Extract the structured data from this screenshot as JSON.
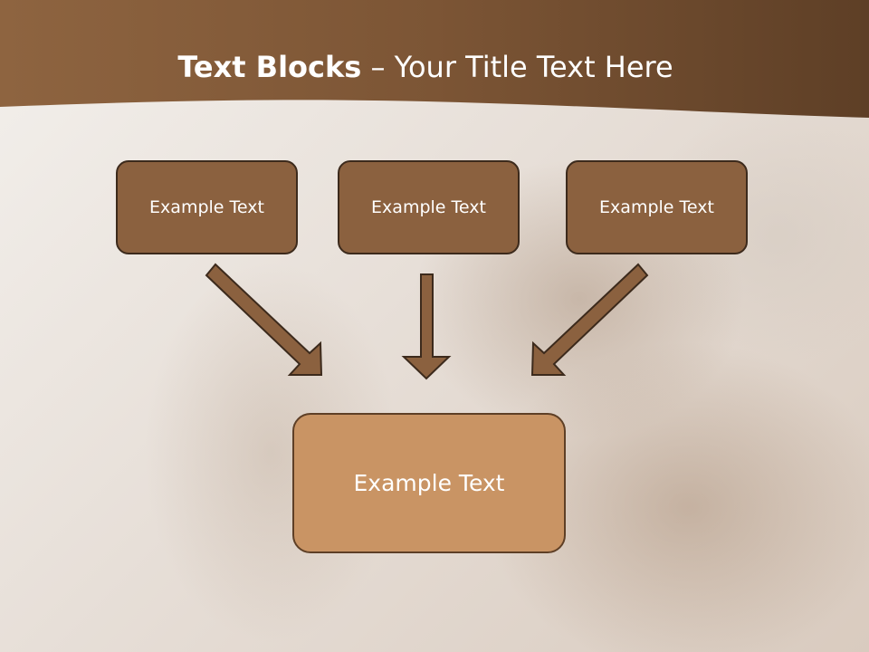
{
  "slide": {
    "title_bold": "Text Blocks",
    "title_rest": " – Your Title Text Here",
    "boxes": [
      {
        "label": "Example Text"
      },
      {
        "label": "Example Text"
      },
      {
        "label": "Example Text"
      }
    ],
    "result_box": {
      "label": "Example Text"
    }
  },
  "colors": {
    "header": "#8b603c",
    "box_fill": "#8b613f",
    "box_border": "#3c2a1c",
    "result_fill": "#c99464",
    "arrow_fill": "#8b613f"
  }
}
